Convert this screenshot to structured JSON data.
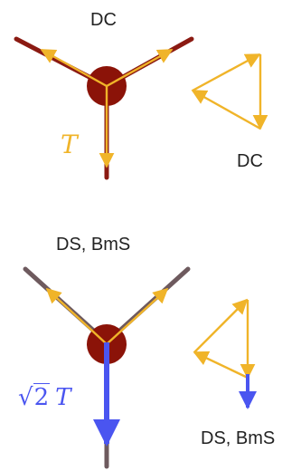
{
  "panels": {
    "top": {
      "title": "DC",
      "triangle_label": "DC",
      "force_label": "T"
    },
    "bottom": {
      "title": "DS, BmS",
      "triangle_label": "DS, BmS",
      "force_label": {
        "radical": "√",
        "number": "2",
        "variable": "T"
      }
    }
  },
  "colors": {
    "rope_dark_red": "#8b1a12",
    "rope_gray": "#6e5a5e",
    "node_red": "#8b1308",
    "tension_arrow": "#f0b429",
    "result_arrow_blue": "#4a55f0",
    "text": "#222222"
  }
}
